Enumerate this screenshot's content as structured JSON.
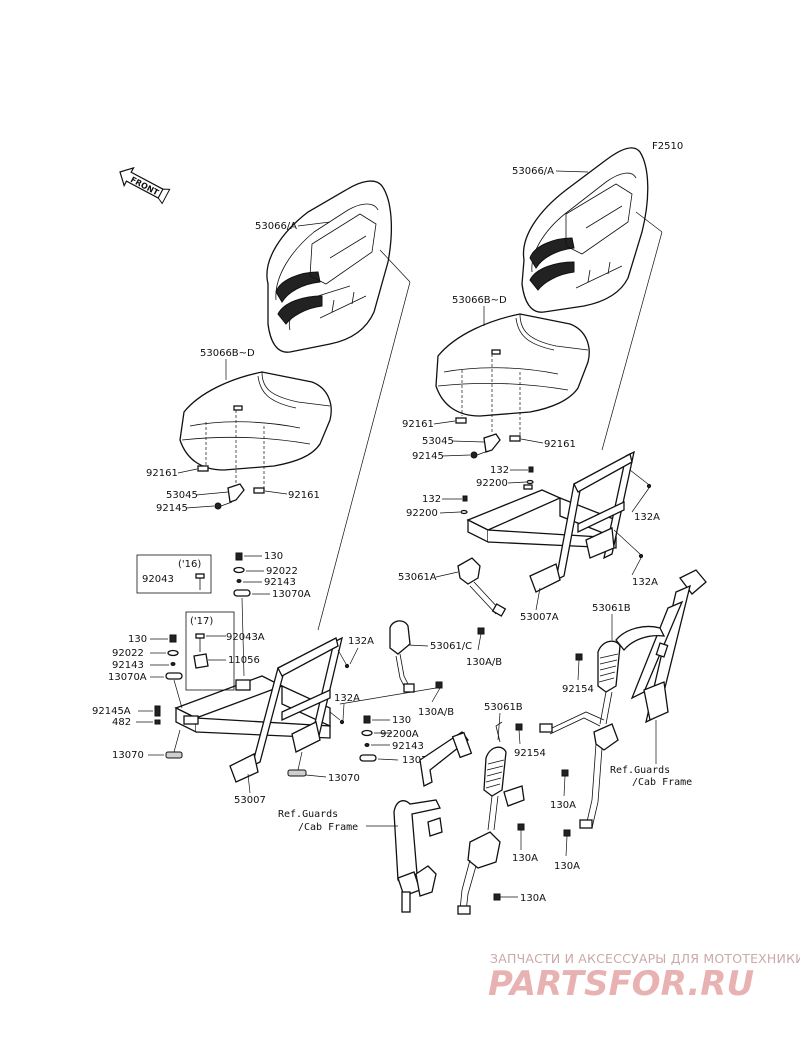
{
  "figure_code": "F2510",
  "front_label": "FRONT",
  "labels": {
    "l_53066A_left": "53066/A",
    "l_53066A_right": "53066/A",
    "l_53066BD_left": "53066B~D",
    "l_53066BD_right": "53066B~D",
    "l_92161_l1": "92161",
    "l_92161_l2": "92161",
    "l_53045_l": "53045",
    "l_92145_l": "92145",
    "l_92161_r1": "92161",
    "l_92161_r2": "92161",
    "l_53045_r": "53045",
    "l_92145_r": "92145",
    "l_132_r1": "132",
    "l_92200_r1": "92200",
    "l_132_r2": "132",
    "l_92200_r2": "92200",
    "l_132A_r1": "132A",
    "l_132A_r2": "132A",
    "l_53061A": "53061A",
    "l_53007A": "53007A",
    "l_130AB_r": "130A/B",
    "l_53061C": "53061/C",
    "l_130AB_m": "130A/B",
    "l_132A_m1": "132A",
    "l_132A_m2": "132A",
    "l_16": "('16)",
    "l_92043": "92043",
    "l_130_top": "130",
    "l_92022_top": "92022",
    "l_92143_top": "92143",
    "l_13070A_top": "13070A",
    "l_17": "('17)",
    "l_92043A": "92043A",
    "l_11056": "11056",
    "l_130_l": "130",
    "l_92022_l": "92022",
    "l_92143_l": "92143",
    "l_13070A_l": "13070A",
    "l_92145A": "92145A",
    "l_482": "482",
    "l_13070_l": "13070",
    "l_53007": "53007",
    "l_13070_m": "13070",
    "l_130_m": "130",
    "l_92200A_m": "92200A",
    "l_92143_m": "92143",
    "l_13070A_m": "13070A",
    "l_53061B_m": "53061B",
    "l_92154_m": "92154",
    "l_53061B_r": "53061B",
    "l_92154_r": "92154",
    "l_refguards_l1": "Ref.Guards",
    "l_refguards_l2": "/Cab Frame",
    "l_refguards_r1": "Ref.Guards",
    "l_refguards_r2": "/Cab Frame",
    "l_130A_1": "130A",
    "l_130A_2": "130A",
    "l_130A_3": "130A",
    "l_130A_4": "130A"
  },
  "watermark": {
    "tagline": "ЗАПЧАСТИ И АКСЕССУАРЫ ДЛЯ МОТОТЕХНИКИ",
    "brand": "PARTSFOR.RU"
  }
}
